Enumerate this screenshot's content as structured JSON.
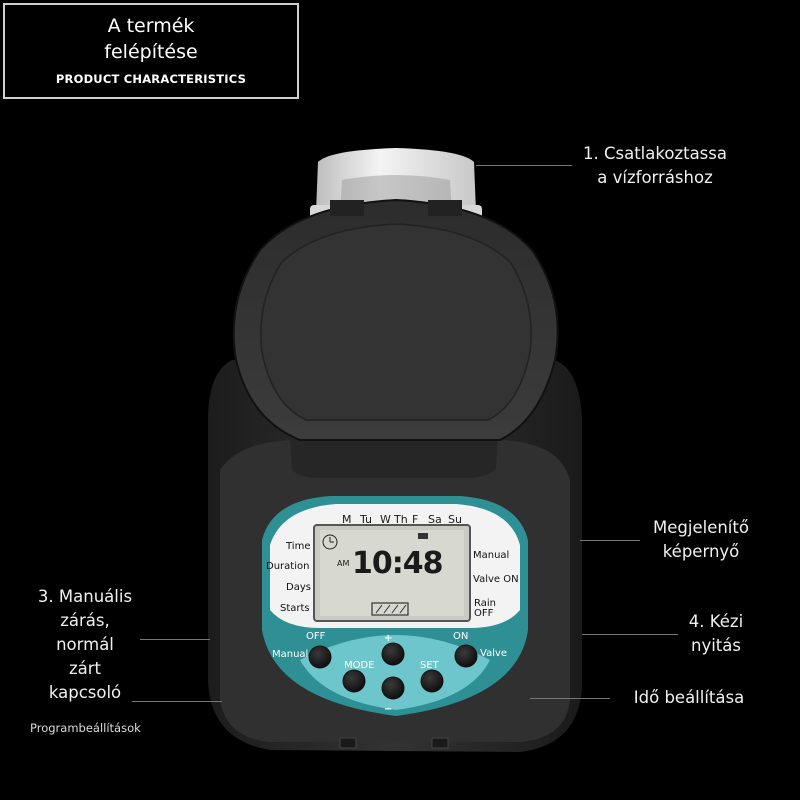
{
  "title": {
    "line1": "A termék",
    "line2": "felépítése",
    "line3": "PRODUCT CHARACTERISTICS"
  },
  "callouts": {
    "connect": [
      "1. Csatlakoztassa",
      "a vízforráshoz"
    ],
    "display": [
      "Megjelenítő",
      "képernyő"
    ],
    "manual_close": [
      "3. Manuális",
      "zárás,",
      "normál",
      "zárt",
      "kapcsoló"
    ],
    "manual_open": [
      "4. Kézi",
      "nyitás"
    ],
    "time_set": "Idő beállítása",
    "program": "Programbeállítások"
  },
  "lcd": {
    "days": [
      "M",
      "Tu",
      "W",
      "Th",
      "F",
      "Sa",
      "Su"
    ],
    "am": "AM",
    "time": "10:48"
  },
  "panel": {
    "left_labels": [
      "Time",
      "Duration",
      "Days",
      "Starts"
    ],
    "right_labels": [
      "Manual",
      "Valve ON",
      "Rain",
      "OFF"
    ],
    "off_label": "OFF",
    "on_label": "ON",
    "manual_btn": "Manual",
    "valve_btn": "Valve",
    "mode_label": "MODE",
    "set_label": "SET",
    "plus_label": "+",
    "minus_label": "−"
  },
  "colors": {
    "teal": "#2e8f95",
    "teal_light": "#6cc6cc",
    "body": "#2a2a2a",
    "lid": "#383838"
  }
}
